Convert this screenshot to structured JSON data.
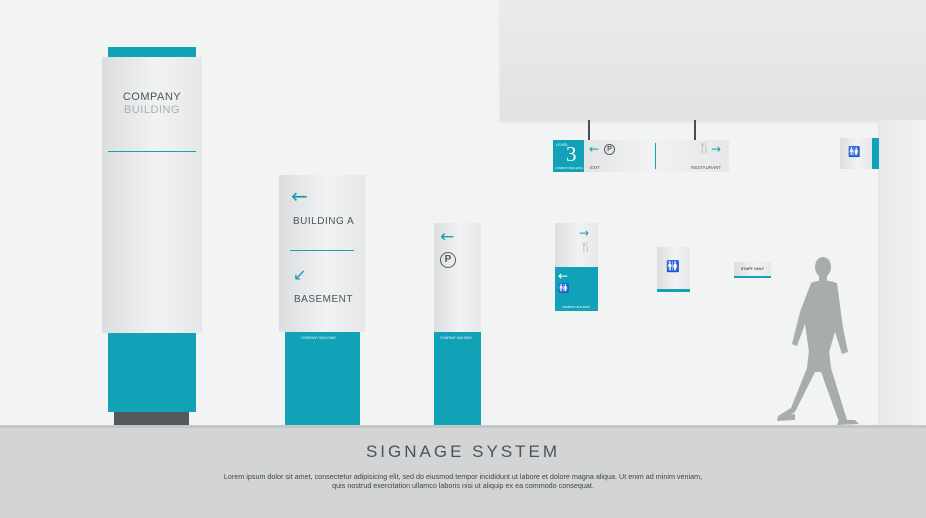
{
  "colors": {
    "accent": "#11a2b8",
    "panel": "#e9eaeb",
    "floor": "#d3d4d5",
    "text": "#4d5558"
  },
  "totem": {
    "line1": "COMPANY",
    "line2": "BUILDING"
  },
  "directory": {
    "arrow1": "←",
    "label1": "BUILDING A",
    "arrow2": "↙",
    "label2": "BASEMENT",
    "footer": "COMPANY BUILDING"
  },
  "parking_post": {
    "arrow": "←",
    "parking": "P",
    "footer": "COMPANY BUILDING"
  },
  "hanging": {
    "level_word": "LEVEL",
    "level_number": "3",
    "level_small": "COMPANY BUILDING",
    "left_arrow": "←",
    "parking": "P",
    "exit": "EXIT",
    "food_icon": "🍴",
    "right_arrow": "→",
    "restaurant": "RESTAURANT"
  },
  "wall_sign": {
    "arrow1": "→",
    "icon1": "🍴",
    "arrow2": "←",
    "icon2": "🚻",
    "footer": "COMPANY BUILDING"
  },
  "restroom_sign": {
    "icon": "🚻"
  },
  "staff_sign": {
    "label": "STAFF ONLY"
  },
  "pillar_sign": {
    "icon": "🚻"
  },
  "title": "SIGNAGE SYSTEM",
  "description": [
    "Lorem ipsum dolor sit amet, consectetur adipisicing elit, sed do eiusmod tempor incididunt ut labore et dolore magna aliqua. Ut enim ad minim veniam,",
    "quis nostrud exercitation ullamco laboris nisi ut aliquip ex ea commodo consequat."
  ]
}
